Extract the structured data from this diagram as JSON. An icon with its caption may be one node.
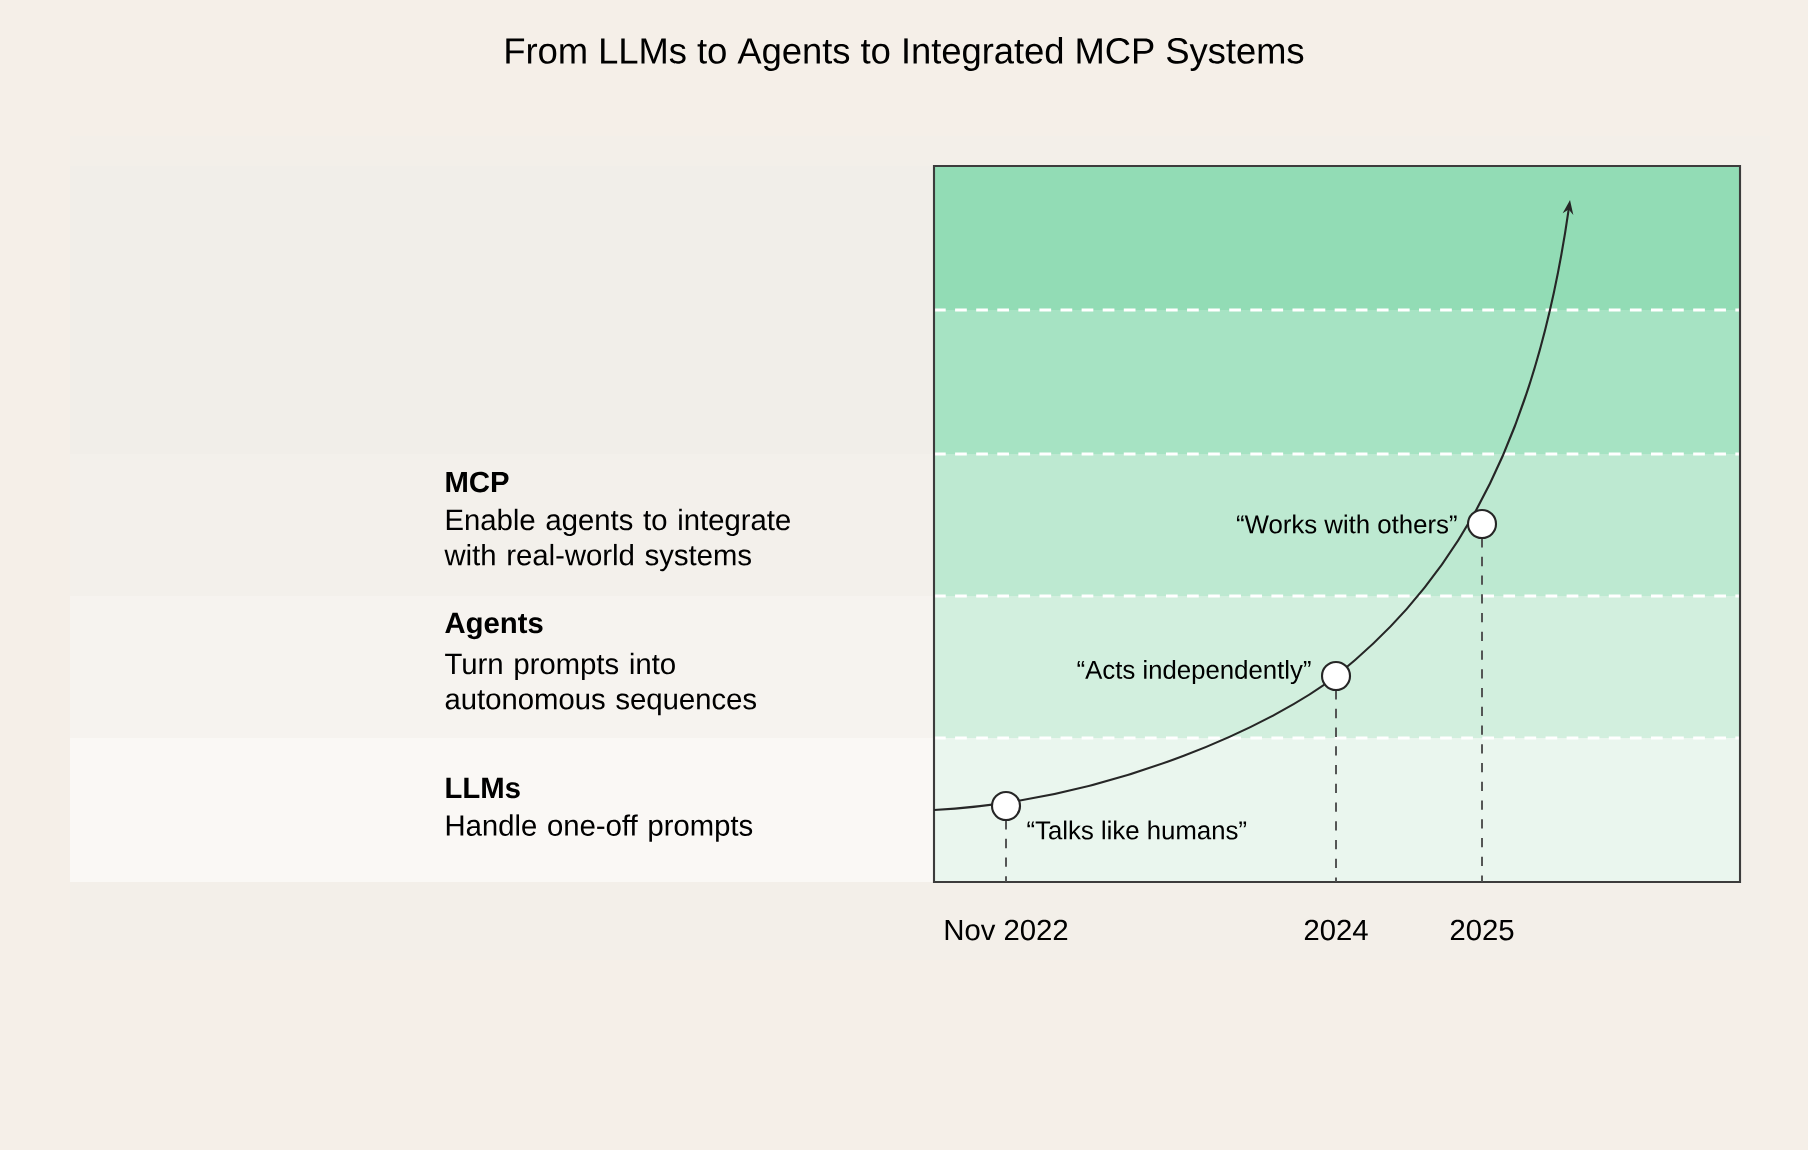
{
  "diagram": {
    "title": "From LLMs to Agents to Integrated MCP Systems",
    "labels": [
      "MCP",
      "Enable agents to integrate with real-world systems",
      "“Works with others”",
      "Agents",
      "Turn prompts into autonomous sequences",
      "“Acts independently”",
      "LLMs",
      "Handle one-off prompts",
      "“Talks like humans”",
      "Nov 2022",
      "2024",
      "2025"
    ]
  }
}
